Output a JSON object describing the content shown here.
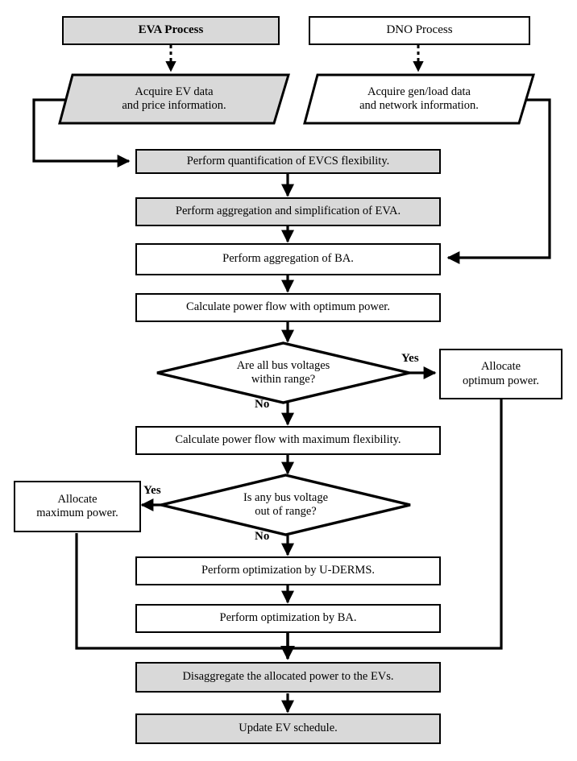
{
  "diagram": {
    "title": "EVA and DNO coordination flowchart",
    "colors": {
      "shaded_fill": "#d9d9d9",
      "plain_fill": "#ffffff",
      "stroke": "#000000"
    },
    "nodes": {
      "eva_process": {
        "label": "EVA Process",
        "shape": "rectangle",
        "fill": "shaded"
      },
      "dno_process": {
        "label": "DNO Process",
        "shape": "rectangle",
        "fill": "plain"
      },
      "acquire_ev": {
        "line1": "Acquire EV data",
        "line2": "and price information.",
        "shape": "parallelogram",
        "fill": "shaded"
      },
      "acquire_gen": {
        "line1": "Acquire gen/load data",
        "line2": "and network information.",
        "shape": "parallelogram",
        "fill": "plain"
      },
      "quantification": {
        "label": "Perform quantification of EVCS  flexibility.",
        "shape": "rectangle",
        "fill": "shaded"
      },
      "aggregation_eva": {
        "label": "Perform aggregation and simplification of EVA.",
        "shape": "rectangle",
        "fill": "shaded"
      },
      "aggregation_ba": {
        "label": "Perform aggregation of BA.",
        "shape": "rectangle",
        "fill": "plain"
      },
      "pf_optimum": {
        "label": "Calculate power flow with optimum power.",
        "shape": "rectangle",
        "fill": "plain"
      },
      "decision_bus_within": {
        "line1": "Are all bus voltages",
        "line2": "within range?",
        "shape": "diamond"
      },
      "allocate_optimum": {
        "line1": "Allocate",
        "line2": "optimum power.",
        "shape": "rectangle",
        "fill": "plain"
      },
      "pf_maximum": {
        "label": "Calculate power flow with maximum flexibility.",
        "shape": "rectangle",
        "fill": "plain"
      },
      "decision_bus_out": {
        "line1": "Is any bus voltage",
        "line2": "out of range?",
        "shape": "diamond"
      },
      "allocate_maximum": {
        "line1": "Allocate",
        "line2": "maximum power.",
        "shape": "rectangle",
        "fill": "plain"
      },
      "opt_uderms": {
        "label": "Perform optimization by U-DERMS.",
        "shape": "rectangle",
        "fill": "plain"
      },
      "opt_ba": {
        "label": "Perform optimization by BA.",
        "shape": "rectangle",
        "fill": "plain"
      },
      "disaggregate": {
        "label": "Disaggregate the allocated power to the EVs.",
        "shape": "rectangle",
        "fill": "shaded"
      },
      "update_schedule": {
        "label": "Update EV schedule.",
        "shape": "rectangle",
        "fill": "shaded"
      }
    },
    "edge_labels": {
      "yes_top": "Yes",
      "no_top": "No",
      "yes_bottom": "Yes",
      "no_bottom": "No"
    }
  }
}
